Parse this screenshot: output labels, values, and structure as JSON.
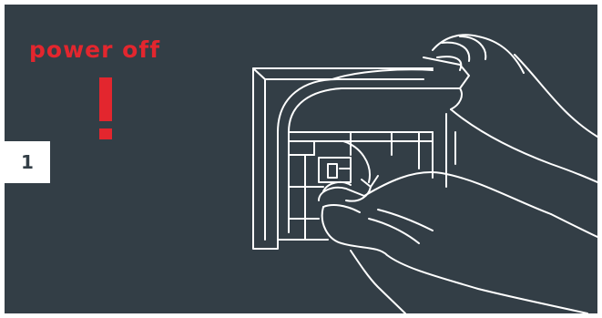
{
  "instruction": {
    "warning_text": "power off",
    "step_number": "1"
  },
  "colors": {
    "background": "#333e46",
    "warning": "#e3262e",
    "line_art": "#ffffff"
  },
  "icons": [
    "exclamation-icon",
    "hand-removing-cover-illustration"
  ]
}
